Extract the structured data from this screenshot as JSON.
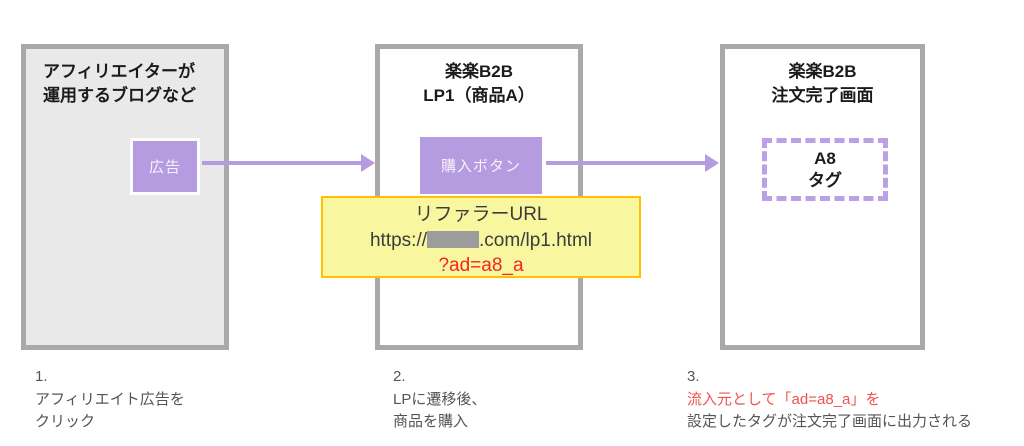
{
  "colors": {
    "accent_purple": "#b59be0",
    "box_border_gray": "#a9a9a9",
    "blog_box_background": "#e9e9e9",
    "note_yellow_background": "#f8f69e",
    "note_gold_border": "#ffc000",
    "url_param_red": "#f32525",
    "step_highlight_red": "#ef5350",
    "redaction_gray": "#9c9c9c"
  },
  "blog_box": {
    "title_line1": "アフィリエイターが",
    "title_line2": "運用するブログなど",
    "ad_label": "広告"
  },
  "lp_box": {
    "title_line1": "楽楽B2B",
    "title_line2": "LP1（商品A）",
    "buy_button_label": "購入ボタン"
  },
  "order_box": {
    "title_line1": "楽楽B2B",
    "title_line2": "注文完了画面",
    "tag_line1": "A8",
    "tag_line2": "タグ"
  },
  "referrer_note": {
    "title": "リファラーURL",
    "url_prefix": "https://",
    "url_suffix": ".com/lp1.html",
    "url_param": "?ad=a8_a"
  },
  "steps": [
    {
      "number": "1.",
      "line1": "アフィリエイト広告を",
      "line2": "クリック"
    },
    {
      "number": "2.",
      "line1": "LPに遷移後、",
      "line2": "商品を購入"
    },
    {
      "number": "3.",
      "line1": "流入元として「ad=a8_a」を",
      "line2": "設定したタグが注文完了画面に出力される"
    }
  ]
}
